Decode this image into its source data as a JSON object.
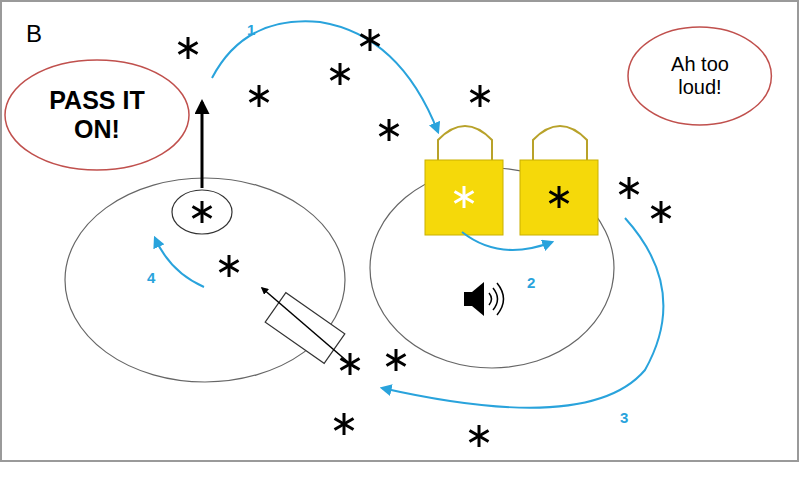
{
  "diagram": {
    "nodes": [
      {
        "text": [
          "PASS IT ON!"
        ]
      },
      {
        "text": [
          "Ah too loud!"
        ]
      }
    ],
    "labels": [
      "B",
      "1",
      "2",
      "3",
      "4"
    ]
  }
}
